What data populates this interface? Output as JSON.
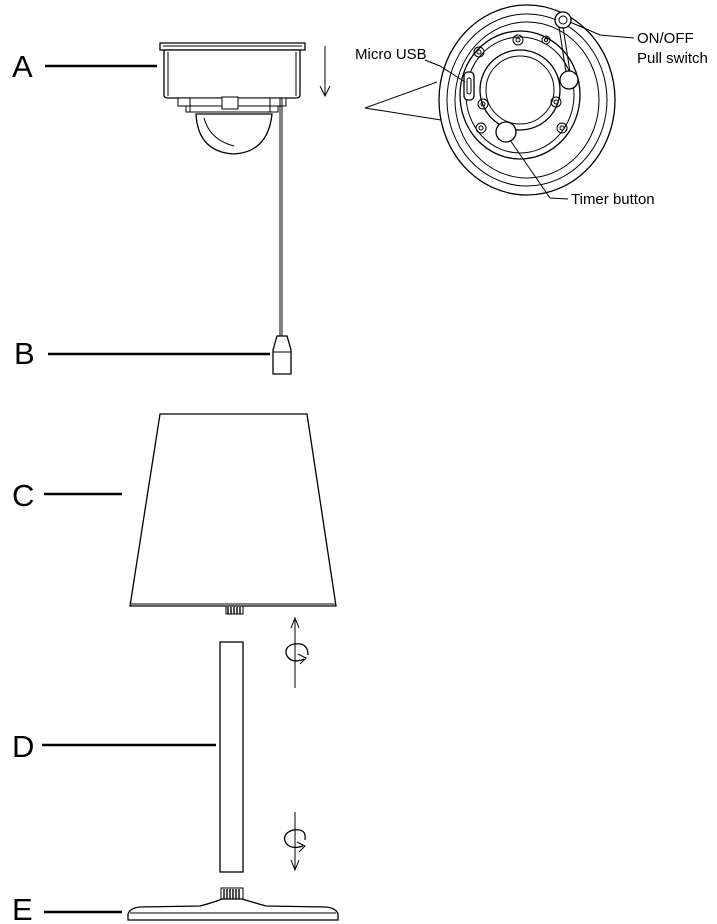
{
  "parts": [
    {
      "letter": "A"
    },
    {
      "letter": "B"
    },
    {
      "letter": "C"
    },
    {
      "letter": "D"
    },
    {
      "letter": "E"
    }
  ],
  "callouts": {
    "micro_usb": "Micro USB",
    "on_off": "ON/OFF",
    "pull_switch": "Pull switch",
    "timer_button": "Timer button"
  }
}
